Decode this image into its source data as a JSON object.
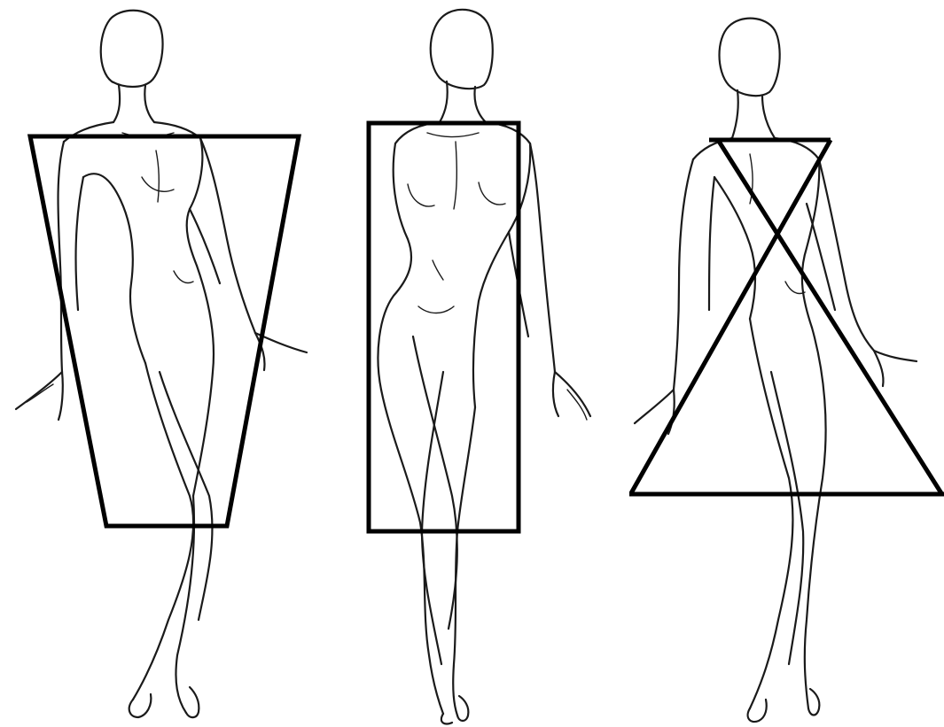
{
  "figures": [
    {
      "id": "left",
      "overlay_shape": "inverted-trapezoid"
    },
    {
      "id": "center",
      "overlay_shape": "rectangle"
    },
    {
      "id": "right",
      "overlay_shape": "triangle"
    }
  ],
  "colors": {
    "background": "#ffffff",
    "sketch_line": "#1a1a1a",
    "overlay_line": "#000000"
  }
}
